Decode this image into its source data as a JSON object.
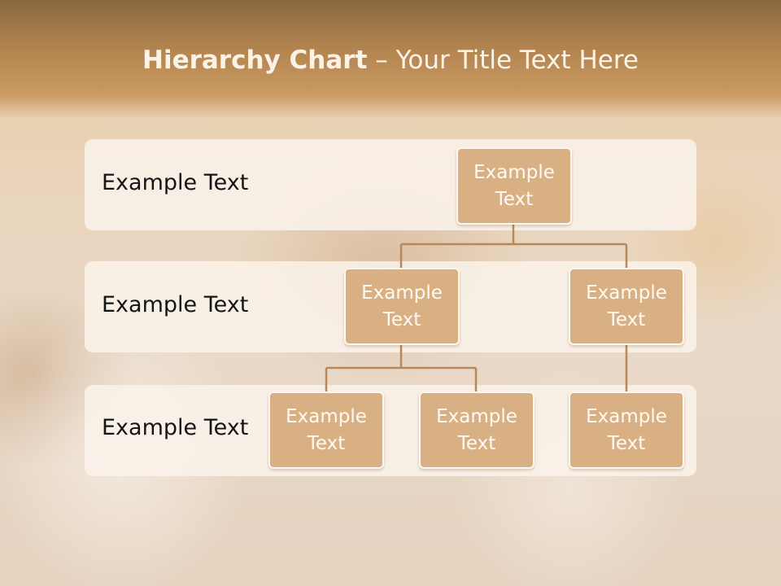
{
  "title": {
    "bold": "Hierarchy Chart",
    "separator": " – ",
    "rest": "Your Title Text Here"
  },
  "levels": [
    {
      "label": "Example Text"
    },
    {
      "label": "Example Text"
    },
    {
      "label": "Example Text"
    }
  ],
  "nodes": {
    "root": "Example\nText",
    "l2_left": "Example\nText",
    "l2_right": "Example\nText",
    "l3_a": "Example\nText",
    "l3_b": "Example\nText",
    "l3_c": "Example\nText"
  },
  "colors": {
    "node_fill": "#d8b083",
    "connector": "#b8875a",
    "band": "#faf3eb",
    "header": "#b58650"
  }
}
